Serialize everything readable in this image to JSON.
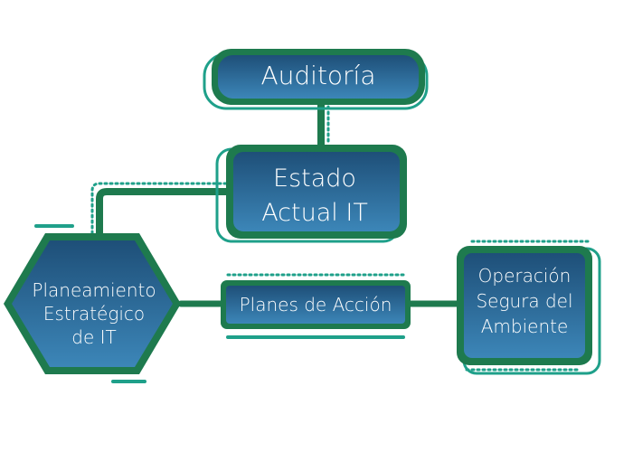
{
  "nodes": {
    "auditoria": {
      "label": "Auditoría"
    },
    "estado": {
      "line1": "Estado",
      "line2": "Actual IT"
    },
    "planeamiento": {
      "line1": "Planeamiento",
      "line2": "Estratégico",
      "line3": "de IT"
    },
    "planes": {
      "label": "Planes de Acción"
    },
    "operacion": {
      "line1": "Operación",
      "line2": "Segura del",
      "line3": "Ambiente"
    }
  },
  "colors": {
    "frame_green": "#1e7a4e",
    "accent_teal": "#1fa08a",
    "fill_dark": "#1e4f78",
    "fill_light": "#3c86b8",
    "text": "#ffffff"
  }
}
